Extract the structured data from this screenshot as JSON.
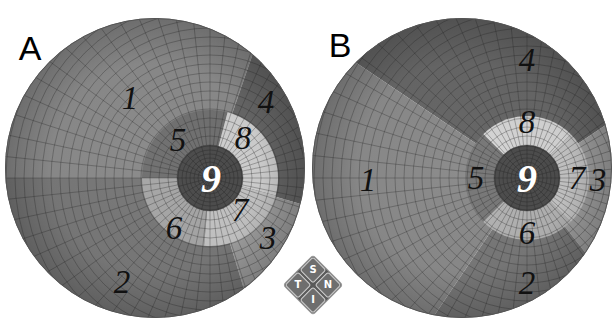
{
  "diagram": {
    "labels": [
      "A",
      "1",
      "4",
      "5",
      "8",
      "9",
      "6",
      "7",
      "3",
      "2",
      "B",
      "4",
      "8",
      "1",
      "5",
      "9",
      "7",
      "3",
      "6",
      "2",
      "S",
      "T",
      "N",
      "I"
    ]
  }
}
